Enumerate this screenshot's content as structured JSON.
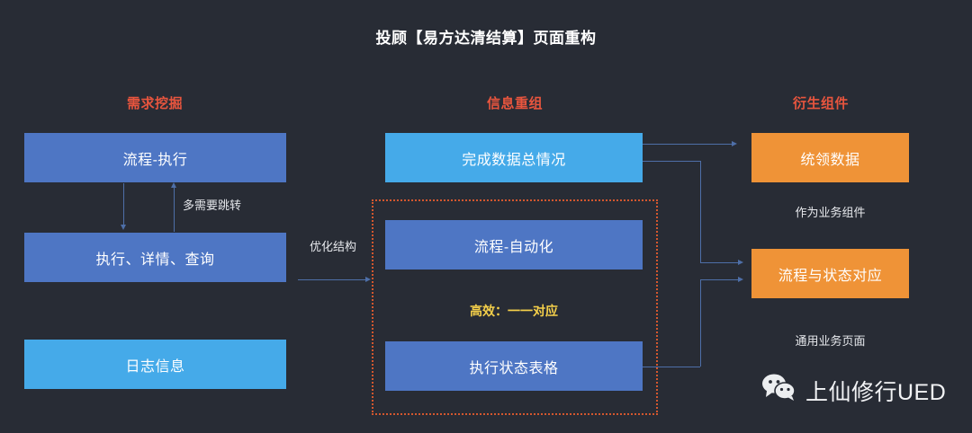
{
  "header": {
    "title": "投顾【易方达清结算】页面重构"
  },
  "columns": [
    {
      "id": "requirement",
      "label": "需求挖掘"
    },
    {
      "id": "restructure",
      "label": "信息重组"
    },
    {
      "id": "derived",
      "label": "衍生组件"
    }
  ],
  "left_column": {
    "boxes": [
      {
        "label": "流程-执行",
        "color": "#4e76c4"
      },
      {
        "label": "执行、详情、查询",
        "color": "#4e76c4"
      },
      {
        "label": "日志信息",
        "color": "#45aae9"
      }
    ],
    "connector_note": "多需要跳转"
  },
  "bridge": {
    "label": "优化结构"
  },
  "middle_column": {
    "top_box": {
      "label": "完成数据总情况",
      "color": "#45aae9"
    },
    "group": {
      "boxes": [
        {
          "label": "流程-自动化",
          "color": "#4e76c4"
        },
        {
          "label": "执行状态表格",
          "color": "#4e76c4"
        }
      ],
      "note": "高效：一一对应",
      "note_color": "#f5d04a",
      "border_color": "#d4572e"
    }
  },
  "right_column": {
    "items": [
      {
        "label": "统领数据",
        "color": "#ef9337",
        "caption": "作为业务组件"
      },
      {
        "label": "流程与状态对应",
        "color": "#ef9337",
        "caption": "通用业务页面"
      }
    ]
  },
  "watermark": {
    "icon": "wechat-icon",
    "text": "上仙修行UED"
  },
  "theme": {
    "background": "#282c35",
    "accent_red": "#e8553e",
    "line": "#4e6fa8",
    "text": "#ffffff"
  }
}
